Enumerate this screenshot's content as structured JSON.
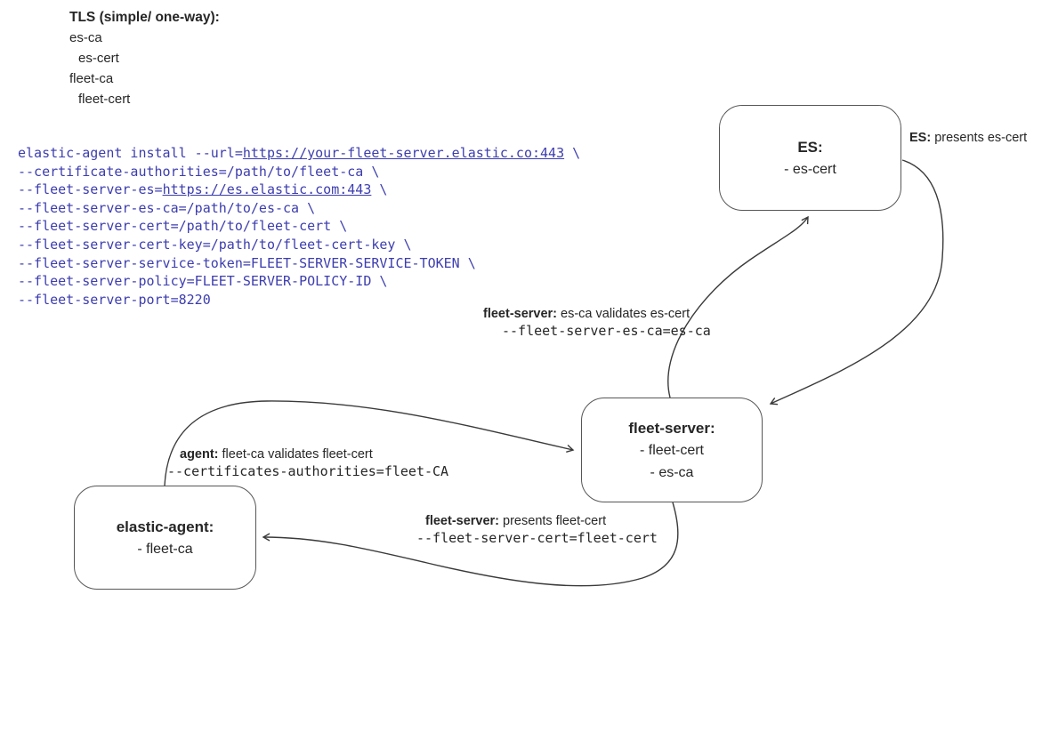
{
  "tls": {
    "title": "TLS (simple/ one-way):",
    "items": [
      {
        "text": "es-ca",
        "indent": false
      },
      {
        "text": "es-cert",
        "indent": true
      },
      {
        "text": "fleet-ca",
        "indent": false
      },
      {
        "text": "fleet-cert",
        "indent": true
      }
    ]
  },
  "code": {
    "lines": [
      [
        {
          "t": "elastic-agent install --url="
        },
        {
          "t": "https://your-fleet-server.elastic.co:443",
          "link": true
        },
        {
          "t": " \\"
        }
      ],
      [
        {
          "t": "--certificate-authorities=/path/to/fleet-ca \\"
        }
      ],
      [
        {
          "t": "--fleet-server-es="
        },
        {
          "t": "https://es.elastic.com:443",
          "link": true
        },
        {
          "t": " \\"
        }
      ],
      [
        {
          "t": "--fleet-server-es-ca=/path/to/es-ca \\"
        }
      ],
      [
        {
          "t": "--fleet-server-cert=/path/to/fleet-cert \\"
        }
      ],
      [
        {
          "t": "--fleet-server-cert-key=/path/to/fleet-cert-key \\"
        }
      ],
      [
        {
          "t": "--fleet-server-service-token=FLEET-SERVER-SERVICE-TOKEN \\"
        }
      ],
      [
        {
          "t": "--fleet-server-policy=FLEET-SERVER-POLICY-ID \\"
        }
      ],
      [
        {
          "t": "--fleet-server-port=8220"
        }
      ]
    ]
  },
  "nodes": {
    "es": {
      "title": "ES:",
      "items": [
        "- es-cert"
      ]
    },
    "fleet_server": {
      "title": "fleet-server:",
      "items": [
        "- fleet-cert",
        "- es-ca"
      ]
    },
    "elastic_agent": {
      "title": "elastic-agent:",
      "items": [
        "- fleet-ca"
      ]
    }
  },
  "edge_labels": {
    "es_presents": {
      "bold": "ES:",
      "rest": " presents es-cert"
    },
    "fleet_validates": {
      "bold": "fleet-server:",
      "rest": " es-ca validates es-cert",
      "code": "--fleet-server-es-ca=es-ca"
    },
    "agent_validates": {
      "bold": "agent:",
      "rest": " fleet-ca validates fleet-cert",
      "code": "--certificates-authorities=fleet-CA"
    },
    "fleet_presents": {
      "bold": "fleet-server:",
      "rest": " presents fleet-cert",
      "code": "--fleet-server-cert=fleet-cert"
    }
  },
  "colors": {
    "code_text": "#3d3daf",
    "edge_stroke": "#3a3a3a",
    "box_border": "#565656",
    "text": "#262626",
    "background": "#ffffff"
  }
}
